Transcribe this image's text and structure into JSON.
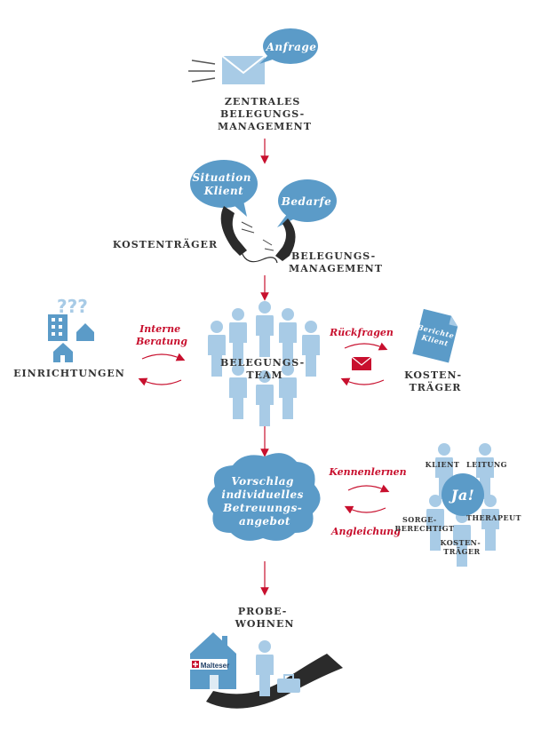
{
  "colors": {
    "accent_blue": "#5b9bc8",
    "light_blue": "#a8cbe6",
    "red": "#c8102e",
    "dark": "#333333",
    "road": "#2b2b2b"
  },
  "step1": {
    "bubble": "Anfrage",
    "label_lines": [
      "ZENTRALES",
      "BELEGUNGS-",
      "MANAGEMENT"
    ]
  },
  "step2": {
    "bubble_left_lines": [
      "Situation",
      "Klient"
    ],
    "bubble_right": "Bedarfe",
    "label_left": "KOSTENTRÄGER",
    "label_right_lines": [
      "BELEGUNGS-",
      "MANAGEMENT"
    ]
  },
  "step3": {
    "left_label": "EINRICHTUNGEN",
    "left_arrow_text_lines": [
      "Interne",
      "Beratung"
    ],
    "center_label_lines": [
      "BELEGUNGS-",
      "TEAM"
    ],
    "right_arrow_text": "Rückfragen",
    "doc_text_lines": [
      "Berichte",
      "Klient"
    ],
    "right_label_lines": [
      "KOSTEN-",
      "TRÄGER"
    ],
    "question_marks": "???"
  },
  "step4": {
    "cloud_lines": [
      "Vorschlag",
      "individuelles",
      "Betreuungs-",
      "angebot"
    ],
    "arrow_top_text": "Kennenlernen",
    "arrow_bottom_text": "Angleichung",
    "circle_text": "Ja!",
    "group_labels": {
      "klient": "KLIENT",
      "leitung": "LEITUNG",
      "sorge_lines": [
        "SORGE-",
        "BERECHTIGT"
      ],
      "therapeut": "THERAPEUT",
      "kosten_lines": [
        "KOSTEN-",
        "TRÄGER"
      ]
    }
  },
  "step5": {
    "label_lines": [
      "PROBE-",
      "WOHNEN"
    ],
    "house_brand": "Malteser"
  }
}
